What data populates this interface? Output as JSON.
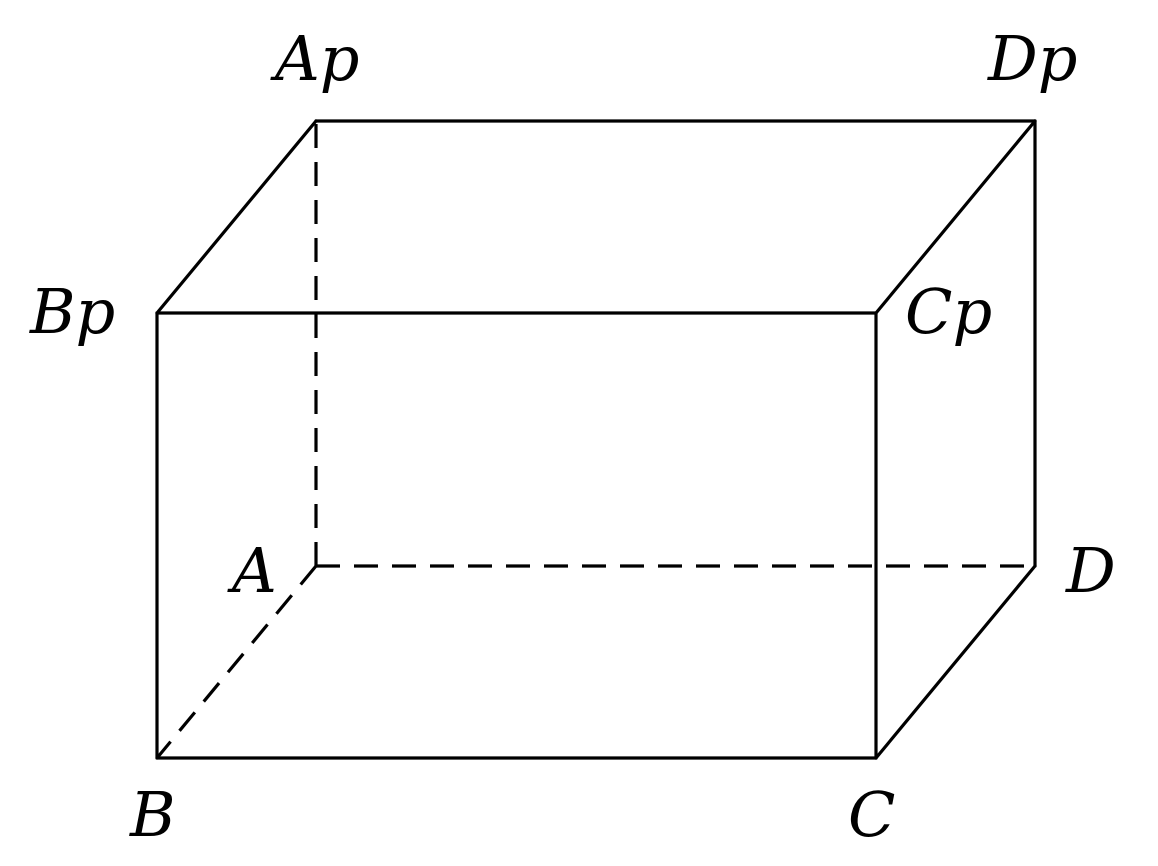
{
  "diagram": {
    "type": "rectangular-prism",
    "vertices": {
      "A": {
        "label": "A"
      },
      "B": {
        "label": "B"
      },
      "C": {
        "label": "C"
      },
      "D": {
        "label": "D"
      },
      "Ap": {
        "label": "Ap"
      },
      "Bp": {
        "label": "Bp"
      },
      "Cp": {
        "label": "Cp"
      },
      "Dp": {
        "label": "Dp"
      }
    },
    "edges": [
      {
        "from": "B",
        "to": "C",
        "style": "solid"
      },
      {
        "from": "C",
        "to": "D",
        "style": "solid"
      },
      {
        "from": "D",
        "to": "Dp",
        "style": "solid"
      },
      {
        "from": "C",
        "to": "Cp",
        "style": "solid"
      },
      {
        "from": "B",
        "to": "Bp",
        "style": "solid"
      },
      {
        "from": "Bp",
        "to": "Cp",
        "style": "solid"
      },
      {
        "from": "Cp",
        "to": "Dp",
        "style": "solid"
      },
      {
        "from": "Dp",
        "to": "Ap",
        "style": "solid"
      },
      {
        "from": "Ap",
        "to": "Bp",
        "style": "solid"
      },
      {
        "from": "A",
        "to": "B",
        "style": "dashed"
      },
      {
        "from": "A",
        "to": "D",
        "style": "dashed"
      },
      {
        "from": "A",
        "to": "Ap",
        "style": "dashed"
      }
    ],
    "colors": {
      "stroke": "#000000",
      "background": "#ffffff"
    }
  }
}
